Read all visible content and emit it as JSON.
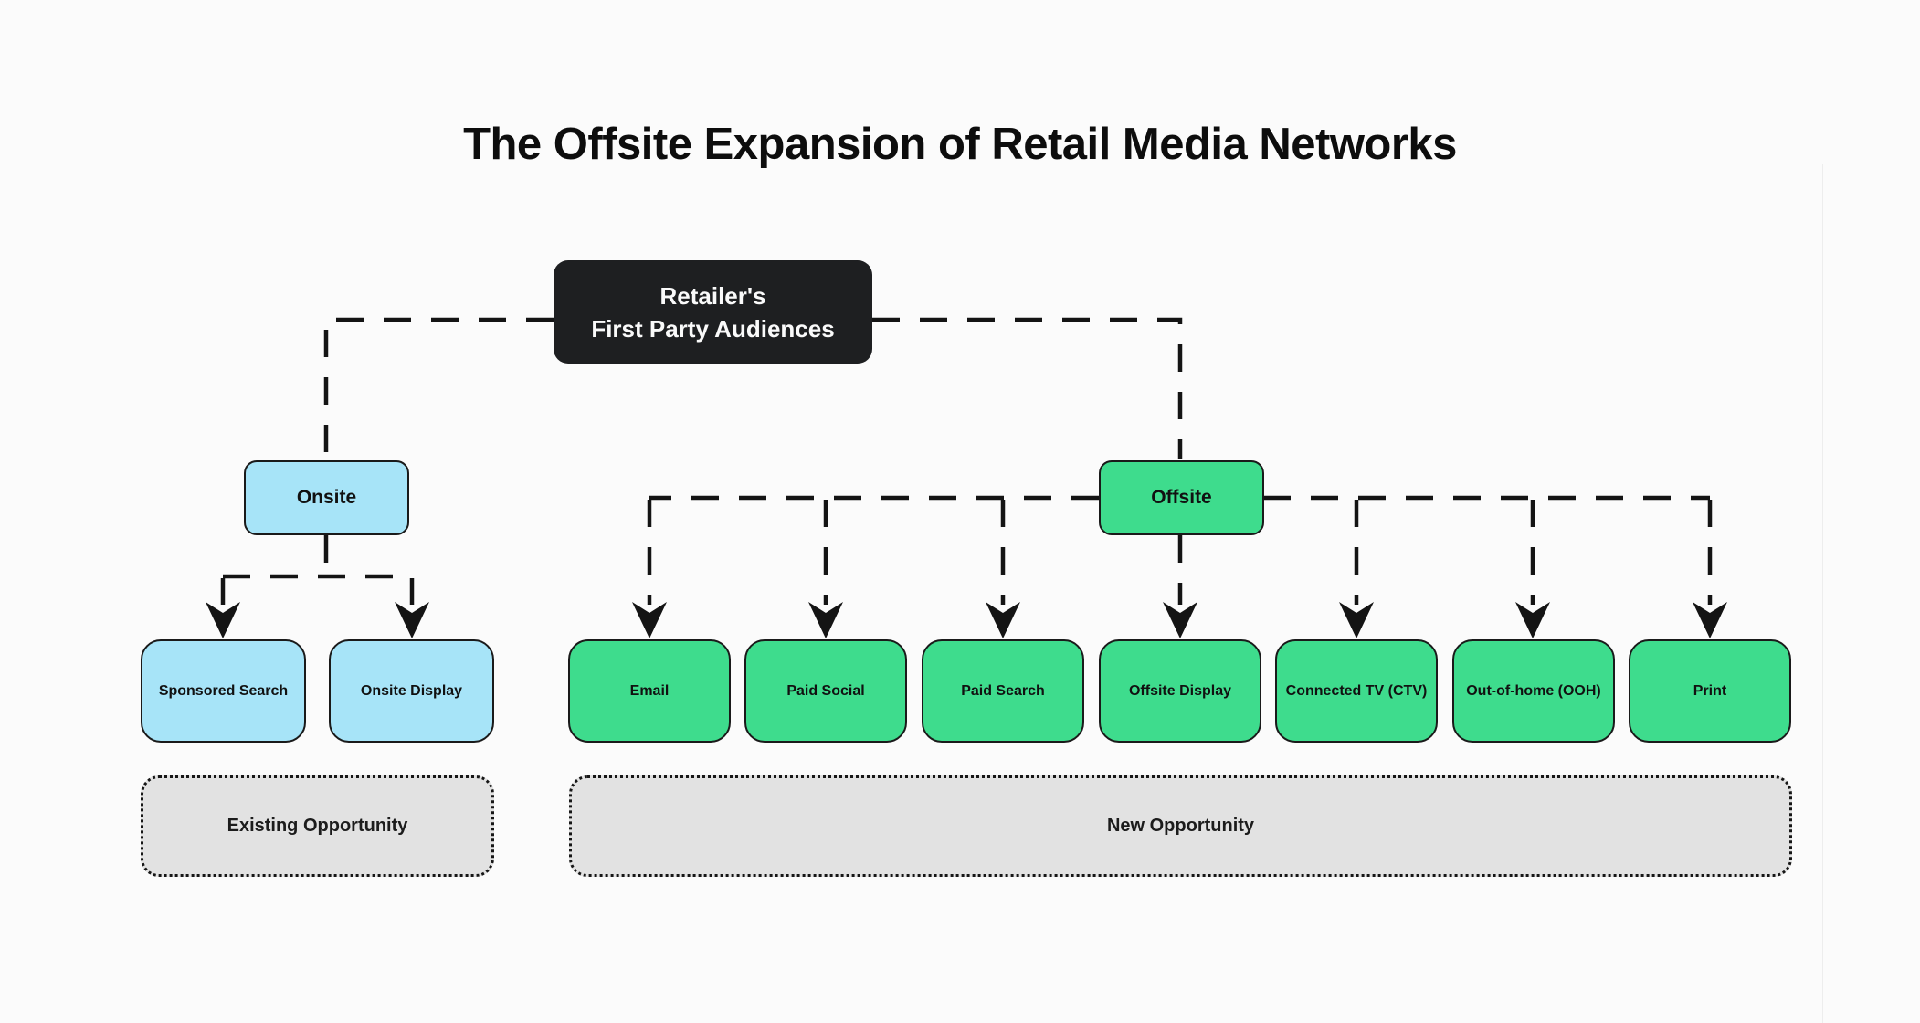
{
  "title": "The Offsite Expansion of Retail Media Networks",
  "root": {
    "line1": "Retailer's",
    "line2": "First Party Audiences"
  },
  "branches": {
    "onsite": {
      "label": "Onsite",
      "children": [
        "Sponsored Search",
        "Onsite Display"
      ]
    },
    "offsite": {
      "label": "Offsite",
      "children": [
        "Email",
        "Paid Social",
        "Paid Search",
        "Offsite Display",
        "Connected TV (CTV)",
        "Out-of-home (OOH)",
        "Print"
      ]
    }
  },
  "footers": {
    "existing": "Existing Opportunity",
    "new": "New Opportunity"
  },
  "colors": {
    "background": "#fbfbfb",
    "root_fill": "#1e1f21",
    "root_text": "#fafafa",
    "onsite_fill": "#a7e4f8",
    "offsite_fill": "#3edc8d",
    "footer_fill": "#e2e2e2",
    "line_and_border": "#141414"
  }
}
